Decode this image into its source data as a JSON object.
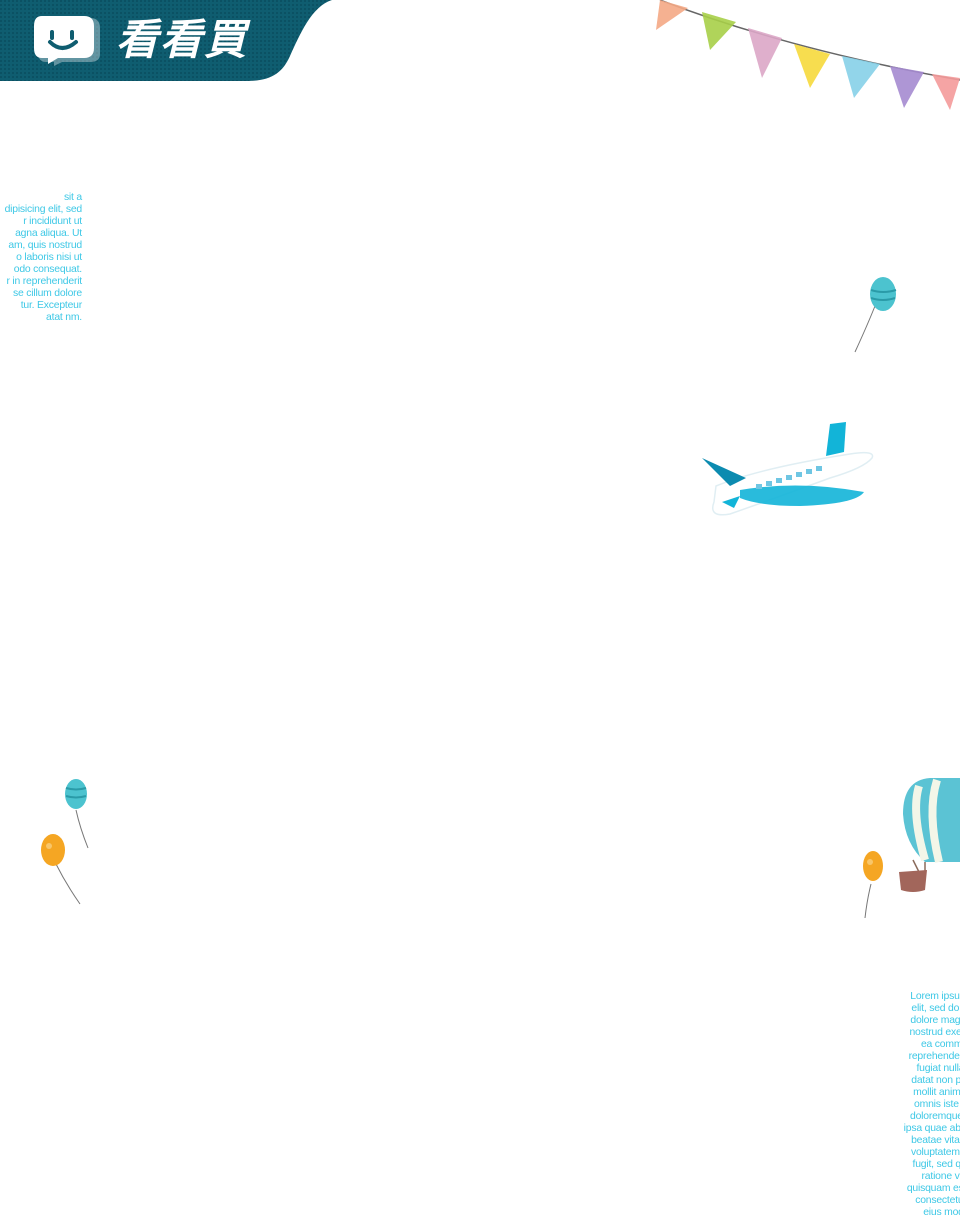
{
  "brand": {
    "name": "看看買",
    "color": "#0d5a6c",
    "logo_icon": "speech-bubble-smile-icon"
  },
  "lorem_left": {
    "lines": [
      "sit a",
      "dipisicing elit, sed",
      "r incididunt ut",
      "agna aliqua. Ut",
      "am, quis nostrud",
      "o laboris nisi ut",
      "odo consequat.",
      "r in reprehenderit",
      "se cillum dolore",
      "tur. Excepteur",
      "atat nm."
    ]
  },
  "lorem_right": {
    "lines": [
      "Lorem ipsum dolo",
      "elit, sed do eiusm",
      "dolore magna aliq",
      "nostrud exercitatio",
      "ea commodo",
      "reprehenderit in vo",
      "fugiat nulla pari",
      "datat non proiden",
      "mollit anim id est",
      "omnis iste natus",
      "doloremque lauda",
      "ipsa quae ab illo inve",
      "beatae vitae dicta",
      "voluptatem quia v",
      "fugit, sed quia co",
      "ratione volup",
      "quisquam est, qui d",
      "consectetur, adi",
      "eius modi te"
    ]
  },
  "decorations": {
    "bunting": "bunting-flags-icon",
    "balloon_teal": "teal-balloon-icon",
    "airplane": "airplane-icon",
    "balloons_left": "balloon-pair-icon",
    "hot_air_balloon": "hot-air-balloon-icon",
    "colors": {
      "teal": "#4cc3cf",
      "orange": "#f5a623",
      "plane_blue": "#12b4d8"
    }
  }
}
